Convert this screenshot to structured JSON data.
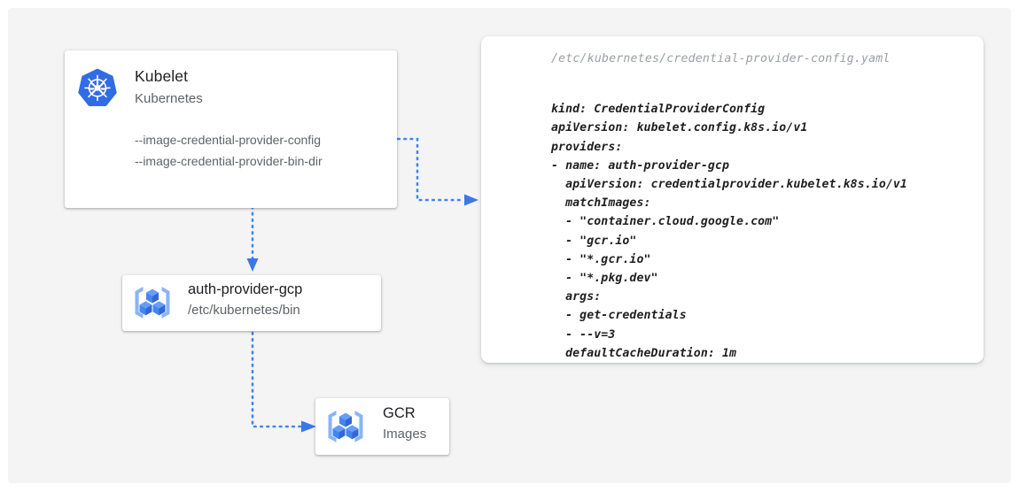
{
  "theme": {
    "page_background": "#ffffff",
    "panel_background": "#f4f4f4",
    "card_background": "#ffffff",
    "accent_blue": "#4285f4",
    "kubernetes_blue": "#326ce5",
    "icon_light_blue": "#8ab4f8",
    "text_primary": "#202124",
    "text_secondary": "#5f6368",
    "code_text": "#1f1f1f",
    "code_path_text": "#9aa0a6"
  },
  "kubelet_card": {
    "icon": "kubernetes-logo-icon",
    "title": "Kubelet",
    "subtitle": "Kubernetes",
    "flags": [
      "--image-credential-provider-config",
      "--image-credential-provider-bin-dir"
    ]
  },
  "auth_provider_card": {
    "icon": "gcp-container-icon",
    "title": "auth-provider-gcp",
    "subtitle": "/etc/kubernetes/bin"
  },
  "gcr_card": {
    "icon": "gcp-container-icon",
    "title": "GCR",
    "subtitle": "Images"
  },
  "yaml_card": {
    "path": "/etc/kubernetes/credential-provider-config.yaml",
    "lines": [
      "kind: CredentialProviderConfig",
      "apiVersion: kubelet.config.k8s.io/v1",
      "providers:",
      "- name: auth-provider-gcp",
      "  apiVersion: credentialprovider.kubelet.k8s.io/v1",
      "  matchImages:",
      "  - \"container.cloud.google.com\"",
      "  - \"gcr.io\"",
      "  - \"*.gcr.io\"",
      "  - \"*.pkg.dev\"",
      "  args:",
      "  - get-credentials",
      "  - --v=3",
      "  defaultCacheDuration: 1m"
    ]
  },
  "connectors": [
    {
      "name": "kubelet-config-flag-to-yaml",
      "from": "kubelet-flag-config",
      "to": "yaml-card",
      "style": "dotted",
      "color": "#4285f4",
      "arrowhead": "right"
    },
    {
      "name": "kubelet-to-auth-provider",
      "from": "kubelet-card",
      "to": "auth-provider-card",
      "style": "dotted",
      "color": "#4285f4",
      "arrowhead": "down"
    },
    {
      "name": "auth-provider-to-gcr",
      "from": "auth-provider-card",
      "to": "gcr-card",
      "style": "dotted",
      "color": "#4285f4",
      "arrowhead": "right"
    }
  ]
}
